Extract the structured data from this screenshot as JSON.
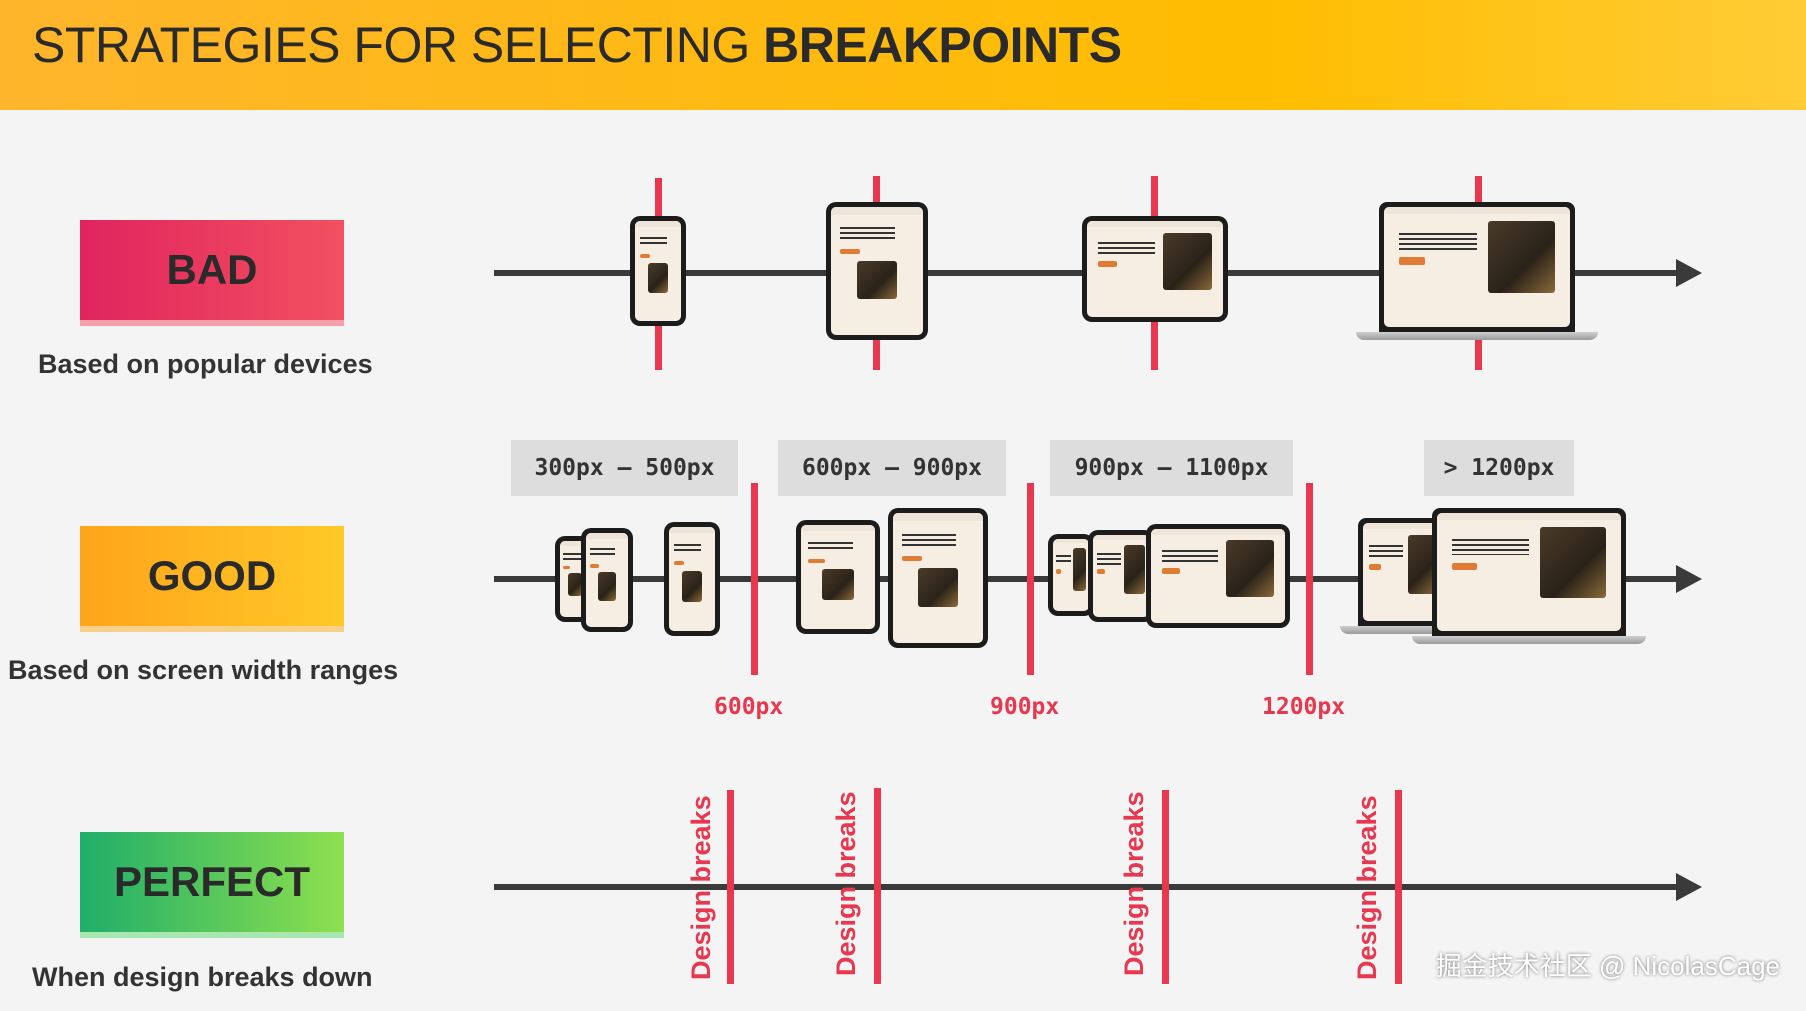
{
  "header": {
    "title_prefix": "STRATEGIES FOR SELECTING ",
    "title_bold": "BREAKPOINTS"
  },
  "rows": {
    "bad": {
      "badge": "BAD",
      "description": "Based on popular devices",
      "color_from": "#e0245e",
      "color_to": "#f25060"
    },
    "good": {
      "badge": "GOOD",
      "description": "Based on screen width ranges",
      "color_from": "#ffa41b",
      "color_to": "#ffc927"
    },
    "perfect": {
      "badge": "PERFECT",
      "description": "When design breaks down",
      "color_from": "#1fae6a",
      "color_to": "#8ee04e"
    }
  },
  "ranges": [
    "300px – 500px",
    "600px – 900px",
    "900px – 1100px",
    "> 1200px"
  ],
  "breakpoints": [
    "600px",
    "900px",
    "1200px"
  ],
  "design_break_label": "Design breaks",
  "device_icons": [
    "phone-icon",
    "tablet-icon",
    "landscape-tablet-icon",
    "laptop-icon"
  ],
  "watermark": "掘金技术社区 @ NicolasCage",
  "colors": {
    "accent_red": "#e8384f",
    "axis": "#3a3a3a"
  }
}
